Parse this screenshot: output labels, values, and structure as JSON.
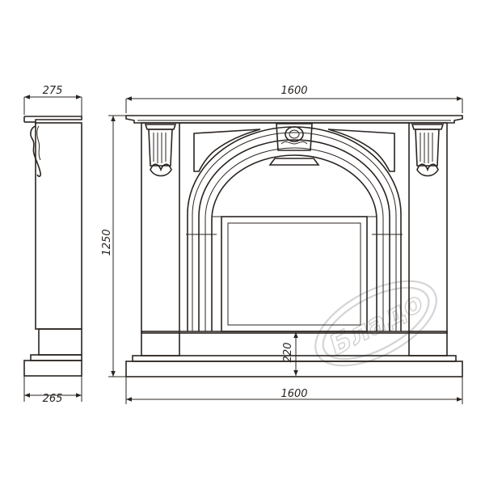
{
  "dimensions": {
    "side_top_depth": "275",
    "side_bottom_depth": "265",
    "front_top_width": "1600",
    "front_bottom_width": "1600",
    "total_height": "1250",
    "hearth_height": "220"
  },
  "watermark": {
    "text": "Бладо"
  },
  "colors": {
    "line": "#2a2420",
    "background": "#ffffff",
    "watermark": "#d4d4d4"
  }
}
